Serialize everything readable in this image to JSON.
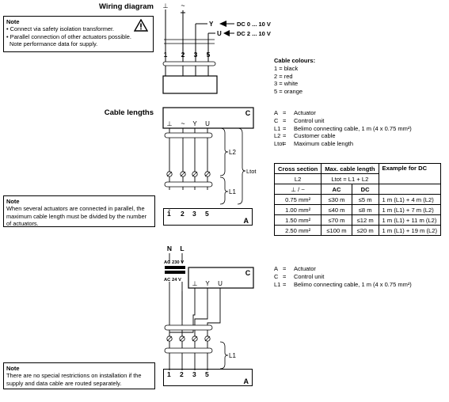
{
  "wiring": {
    "title": "Wiring diagram",
    "note": {
      "title": "Note",
      "items": [
        "• Connect via safety isolation transformer.",
        "• Parallel connection of other actuators possible.",
        "  Note performance data for supply."
      ]
    },
    "gnd_symbol": "⊥",
    "ac_symbol": "~",
    "signals": [
      {
        "terminal": "Y",
        "range": "DC 0 ... 10 V"
      },
      {
        "terminal": "U",
        "range": "DC 2 ... 10 V"
      }
    ],
    "terminals": [
      "1",
      "2",
      "3",
      "5"
    ]
  },
  "cable_colours": {
    "title": "Cable colours:",
    "items": [
      "1 = black",
      "2 = red",
      "3 = white",
      "5 = orange"
    ]
  },
  "cable_lengths": {
    "title": "Cable lengths",
    "box_label": "C",
    "actuator_label": "A",
    "top_terms": [
      "⊥",
      "~",
      "Y",
      "U"
    ],
    "bottom_terms": [
      "1",
      "2",
      "3",
      "5"
    ],
    "l2": "L2",
    "l1": "L1",
    "ltot": "Ltot",
    "legend": [
      {
        "k": "A",
        "v": "Actuator"
      },
      {
        "k": "C",
        "v": "Control unit"
      },
      {
        "k": "L1",
        "v": "Belimo connecting cable, 1 m (4 x 0.75 mm²)"
      },
      {
        "k": "L2",
        "v": "Customer cable"
      },
      {
        "k": "Ltot",
        "v": "Maximum cable length"
      }
    ],
    "table": {
      "h1": "Cross section",
      "h1b": "L2",
      "h1c": "⊥ / ~",
      "h2": "Max. cable length",
      "h2b": "Ltot = L1 + L2",
      "h2c": "AC",
      "h2d": "DC",
      "h3": "Example for DC",
      "rows": [
        {
          "cs": "0.75 mm²",
          "ac": "≤30 m",
          "dc": "≤5 m",
          "ex": "1 m (L1) + 4 m (L2)"
        },
        {
          "cs": "1.00 mm²",
          "ac": "≤40 m",
          "dc": "≤8 m",
          "ex": "1 m (L1) + 7 m (L2)"
        },
        {
          "cs": "1.50 mm²",
          "ac": "≤70 m",
          "dc": "≤12 m",
          "ex": "1 m (L1) + 11 m (L2)"
        },
        {
          "cs": "2.50 mm²",
          "ac": "≤100 m",
          "dc": "≤20 m",
          "ex": "1 m (L1) + 19 m (L2)"
        }
      ]
    },
    "note": {
      "title": "Note",
      "text": "When several actuators are connected in parallel, the maximum cable length must be divided by the number of actuators."
    }
  },
  "separate": {
    "n": "N",
    "l": "L",
    "ac230": "AC 230 V",
    "ac24": "AC 24 V",
    "box_label": "C",
    "actuator_label": "A",
    "top_terms": [
      "⊥",
      "Y",
      "U"
    ],
    "bottom_terms": [
      "1",
      "2",
      "3",
      "5"
    ],
    "l1": "L1",
    "legend": [
      {
        "k": "A",
        "v": "Actuator"
      },
      {
        "k": "C",
        "v": "Control unit"
      },
      {
        "k": "L1",
        "v": "Belimo connecting cable, 1 m (4 x 0.75 mm²)"
      }
    ],
    "note": {
      "title": "Note",
      "text": "There are no special restrictions on installation if the supply and data cable are routed separately."
    }
  }
}
